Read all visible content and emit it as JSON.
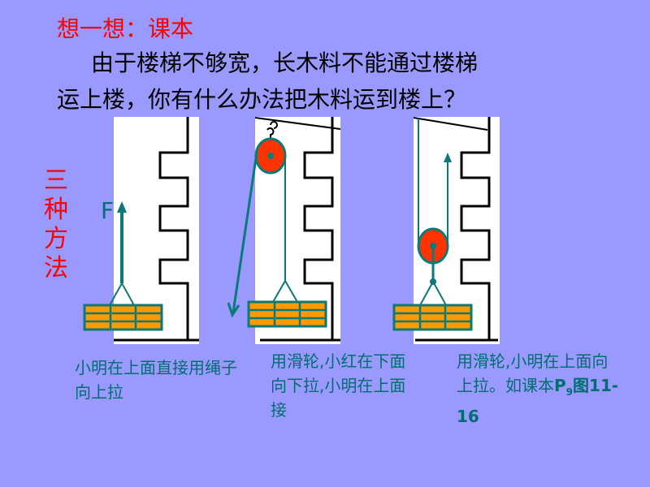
{
  "title": "想一想：课本",
  "question_line1": "由于楼梯不够宽，长木料不能通过楼梯",
  "question_line2": "运上楼，你有什么办法把木料运到楼上？",
  "side_label": "三种方法",
  "force_label": "F",
  "captions": {
    "method1": "小明在上面直接用绳子向上拉",
    "method2": "用滑轮,小红在下面向下拉,小明在上面接",
    "method3_prefix": "用滑轮,小明在上面向上拉。如课本",
    "method3_page": "P",
    "method3_page_sub": "9",
    "method3_suffix": "图11-16"
  },
  "colors": {
    "background": "#9999ff",
    "rope": "#0a7a78",
    "pulley": "#ff3300",
    "wood": "#ff9900",
    "title": "#ff0000"
  }
}
